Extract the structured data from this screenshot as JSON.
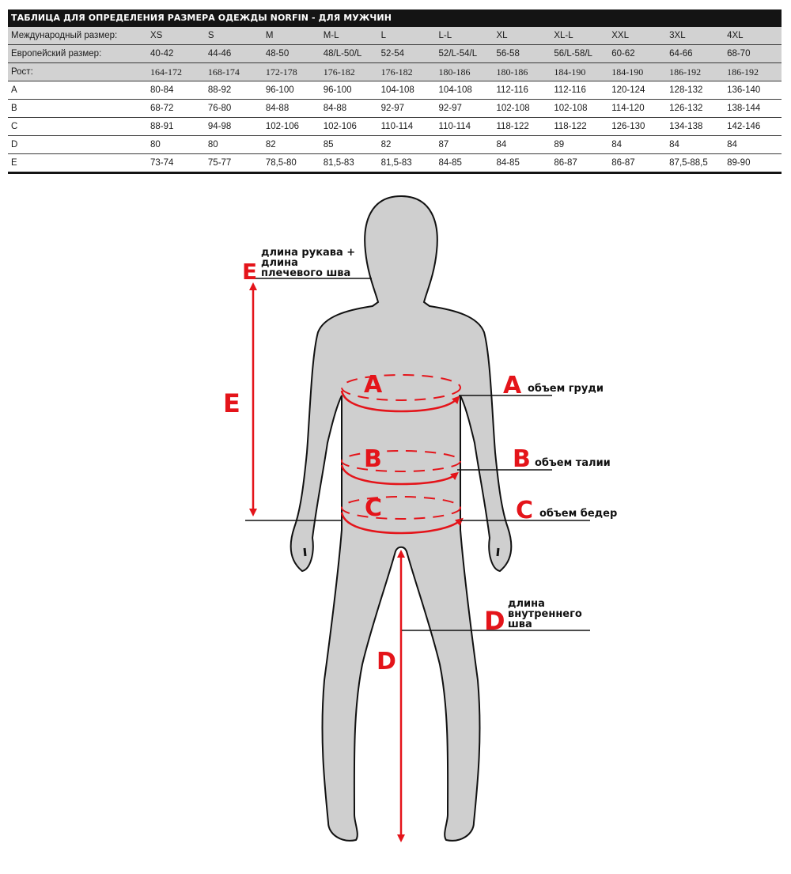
{
  "title": "ТАБЛИЦА ДЛЯ ОПРЕДЕЛЕНИЯ РАЗМЕРА ОДЕЖДЫ NORFIN - ДЛЯ МУЖЧИН",
  "rows": [
    {
      "label": "Международный размер:",
      "values": [
        "XS",
        "S",
        "M",
        "M-L",
        "L",
        "L-L",
        "XL",
        "XL-L",
        "XXL",
        "3XL",
        "4XL"
      ],
      "shaded": true,
      "serif": false
    },
    {
      "label": "Европейский размер:",
      "values": [
        "40-42",
        "44-46",
        "48-50",
        "48/L-50/L",
        "52-54",
        "52/L-54/L",
        "56-58",
        "56/L-58/L",
        "60-62",
        "64-66",
        "68-70"
      ],
      "shaded": true,
      "serif": false
    },
    {
      "label": "Рост:",
      "values": [
        "164-172",
        "168-174",
        "172-178",
        "176-182",
        "176-182",
        "180-186",
        "180-186",
        "184-190",
        "184-190",
        "186-192",
        "186-192"
      ],
      "shaded": true,
      "serif": true
    },
    {
      "label": "A",
      "values": [
        "80-84",
        "88-92",
        "96-100",
        "96-100",
        "104-108",
        "104-108",
        "112-116",
        "112-116",
        "120-124",
        "128-132",
        "136-140"
      ],
      "shaded": false,
      "serif": false
    },
    {
      "label": "B",
      "values": [
        "68-72",
        "76-80",
        "84-88",
        "84-88",
        "92-97",
        "92-97",
        "102-108",
        "102-108",
        "114-120",
        "126-132",
        "138-144"
      ],
      "shaded": false,
      "serif": false
    },
    {
      "label": "C",
      "values": [
        "88-91",
        "94-98",
        "102-106",
        "102-106",
        "110-114",
        "110-114",
        "118-122",
        "118-122",
        "126-130",
        "134-138",
        "142-146"
      ],
      "shaded": false,
      "serif": false
    },
    {
      "label": "D",
      "values": [
        "80",
        "80",
        "82",
        "85",
        "82",
        "87",
        "84",
        "89",
        "84",
        "84",
        "84"
      ],
      "shaded": false,
      "serif": false
    },
    {
      "label": "E",
      "values": [
        "73-74",
        "75-77",
        "78,5-80",
        "81,5-83",
        "81,5-83",
        "84-85",
        "84-85",
        "86-87",
        "86-87",
        "87,5-88,5",
        "89-90"
      ],
      "shaded": false,
      "serif": false
    }
  ],
  "figure": {
    "silhouette_color": "#cfcfcf",
    "accent_color": "#e4141a",
    "markers": {
      "A": {
        "letter": "A",
        "caption": "объем груди"
      },
      "B": {
        "letter": "B",
        "caption": "объем талии"
      },
      "C": {
        "letter": "C",
        "caption": "объем бедер"
      },
      "D": {
        "letter": "D",
        "caption_lines": [
          "длина",
          "внутреннего",
          "шва"
        ]
      },
      "E": {
        "letter": "E",
        "caption_lines": [
          "длина рукава +",
          "длина",
          "плечевого шва"
        ]
      }
    }
  }
}
